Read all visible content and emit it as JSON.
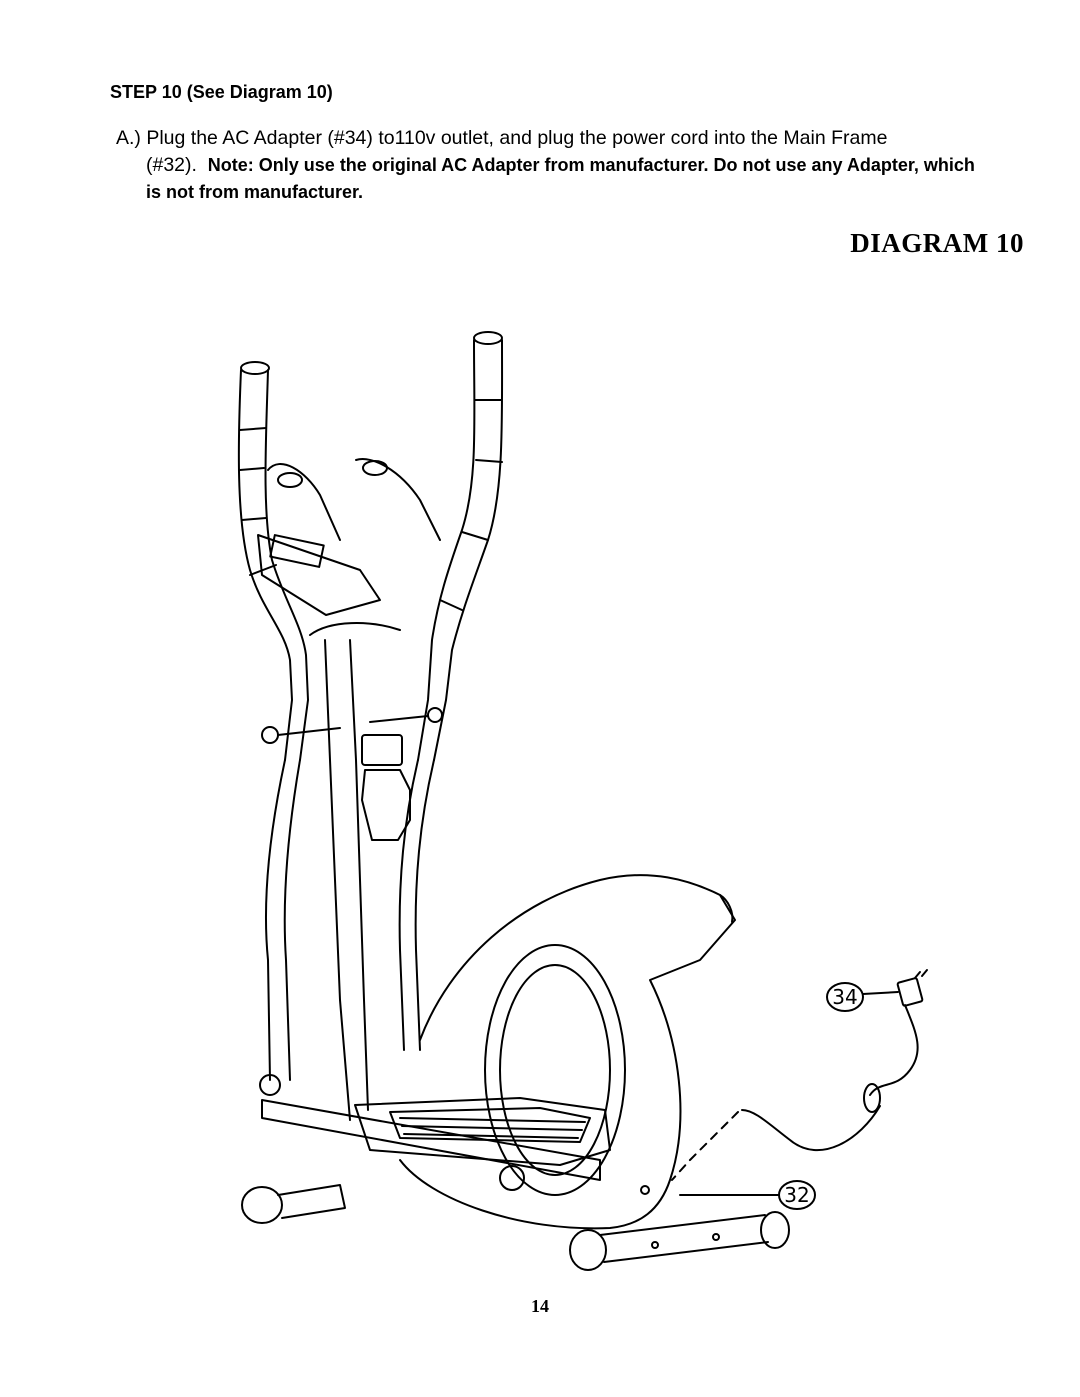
{
  "step": {
    "title": "STEP 10 (See Diagram 10)",
    "instruction_prefix": "A.) Plug the AC Adapter (#34) to110v outlet, and plug the power cord into the Main Frame",
    "instruction_part_ref": "(#32).",
    "note": "Note: Only use the original AC Adapter from manufacturer. Do not use any Adapter,  which is not from manufacturer."
  },
  "diagram": {
    "title": "DIAGRAM 10",
    "callouts": {
      "adapter": "34",
      "main_frame": "32"
    }
  },
  "page_number": "14"
}
